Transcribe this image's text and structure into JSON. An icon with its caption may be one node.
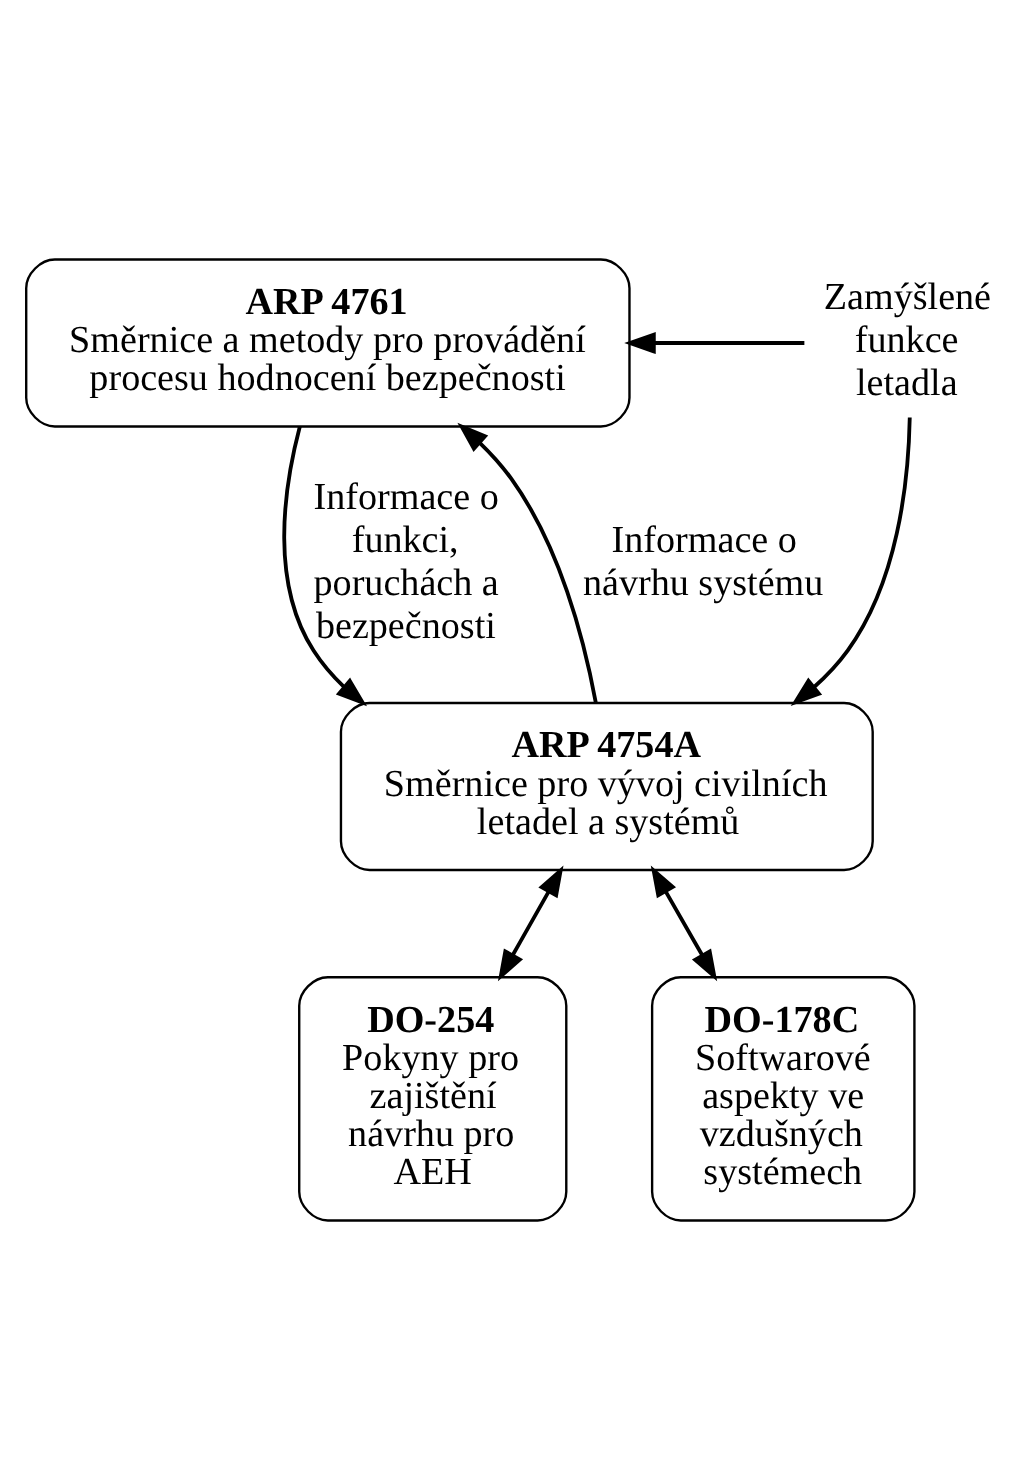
{
  "diagram": {
    "nodes": [
      {
        "text": [
          "ARP 4761",
          "Směrnice a metody pro provádění procesu hodnocení bezpečnosti"
        ]
      },
      {
        "text": [
          "Zamýšlené funkce letadla"
        ]
      },
      {
        "text": [
          "ARP 4754A",
          "Směrnice pro vývoj civilních letadel a systémů"
        ]
      },
      {
        "text": [
          "DO-254",
          "Pokyny pro zajištění návrhu pro AEH"
        ]
      },
      {
        "text": [
          "DO-178C",
          "Softwarové aspekty ve vzdušných systémech"
        ]
      }
    ],
    "edges": [
      {
        "from": 1,
        "to": 0,
        "arrow": "to"
      },
      {
        "from": 1,
        "to": 2,
        "arrow": "to"
      },
      {
        "from": 0,
        "to": 2,
        "arrow": "to",
        "label": "Informace o funkci, poruchách a bezpečnosti"
      },
      {
        "from": 2,
        "to": 0,
        "arrow": "to",
        "label": "Informace o návrhu systému"
      },
      {
        "from": 2,
        "to": 3,
        "arrow": "both"
      },
      {
        "from": 2,
        "to": 4,
        "arrow": "both"
      }
    ]
  }
}
